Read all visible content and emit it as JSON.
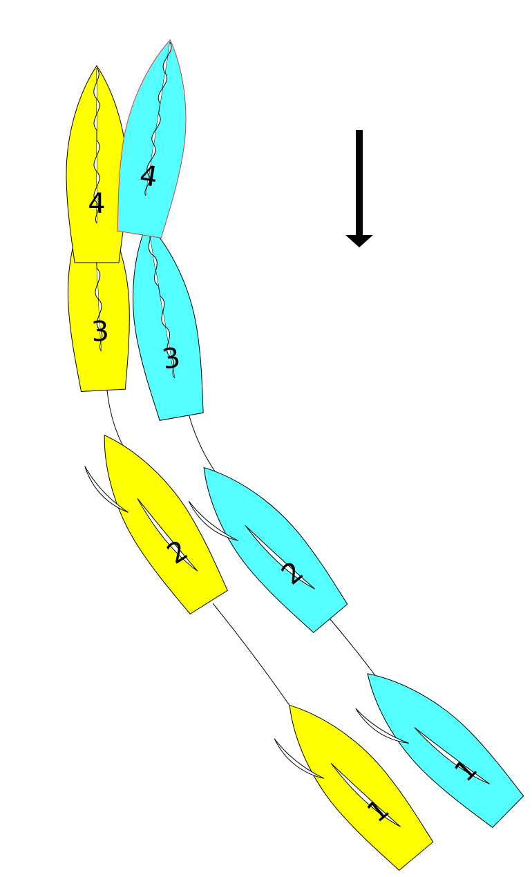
{
  "colors": {
    "yellow": "#ffff00",
    "cyan": "#55ffff",
    "highlight_outline": "#d04040"
  },
  "boats": [
    {
      "id": "yellow-1",
      "label": "1",
      "fleet": "yellow",
      "sail": "full"
    },
    {
      "id": "yellow-2",
      "label": "2",
      "fleet": "yellow",
      "sail": "full"
    },
    {
      "id": "yellow-3",
      "label": "3",
      "fleet": "yellow",
      "sail": "luffing"
    },
    {
      "id": "yellow-4",
      "label": "4",
      "fleet": "yellow",
      "sail": "luffing"
    },
    {
      "id": "cyan-1",
      "label": "1",
      "fleet": "cyan",
      "sail": "full"
    },
    {
      "id": "cyan-2",
      "label": "2",
      "fleet": "cyan",
      "sail": "full"
    },
    {
      "id": "cyan-3",
      "label": "3",
      "fleet": "cyan",
      "sail": "luffing"
    },
    {
      "id": "cyan-4",
      "label": "4",
      "fleet": "cyan",
      "sail": "luffing",
      "highlighted": true
    }
  ],
  "wind": {
    "direction": "down",
    "icon": "wind-arrow-icon"
  }
}
